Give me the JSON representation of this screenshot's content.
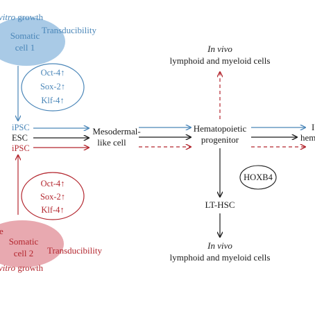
{
  "colors": {
    "blue": "#4a86b8",
    "blue_fill": "#a9cae6",
    "red": "#b3262e",
    "red_fill": "#e8a9b0",
    "black": "#1a1a1a"
  },
  "top_group": {
    "vitro_italic": "vitro",
    "growth": " growth",
    "somatic_line1": "Somatic",
    "somatic_line2": "cell 1",
    "transducibility": "Transducibility",
    "factors": [
      "Oct-4↑",
      "Sox-2↑",
      "Klf-4↑"
    ]
  },
  "bottom_group": {
    "side_letter": "e",
    "somatic_line1": "Somatic",
    "somatic_line2": "cell 2",
    "transducibility": "Transducibility",
    "vitro_italic": "vitro",
    "growth": " growth",
    "factors": [
      "Oct-4↑",
      "Sox-2↑",
      "Klf-4↑"
    ]
  },
  "source_labels": [
    "iPSC",
    "ESC",
    "iPSC"
  ],
  "mesodermal": [
    "Mesodermal-",
    "like cell"
  ],
  "hematopoietic": [
    "Hematopoietic",
    "progenitor"
  ],
  "in_vivo_top": {
    "italic": "In vivo",
    "line2": "lymphoid and myeloid cells"
  },
  "in_vivo_bottom": {
    "italic": "In vivo",
    "line2": "lymphoid and myeloid cells"
  },
  "hoxb4": "HOXB4",
  "lt_hsc": "LT-HSC",
  "right_partial": {
    "top": "I",
    "bottom": "hem"
  }
}
